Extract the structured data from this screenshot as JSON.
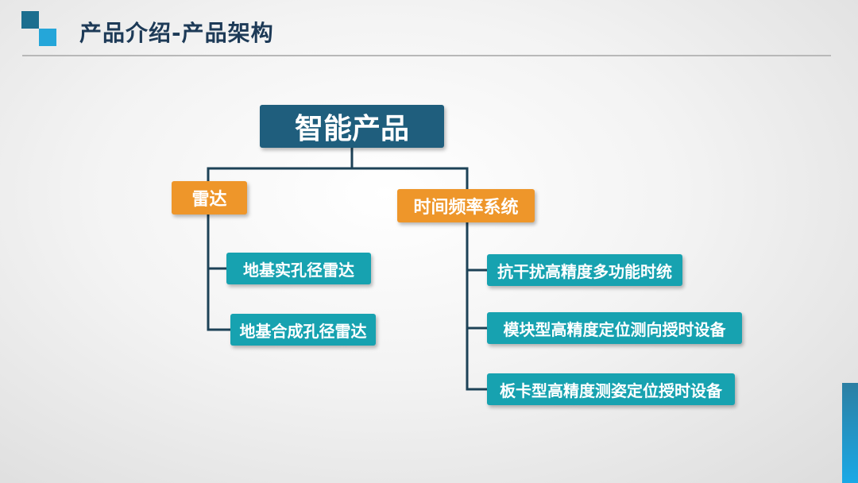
{
  "header": {
    "title": "产品介绍-产品架构"
  },
  "diagram": {
    "root": "智能产品",
    "categories": [
      {
        "label": "雷达",
        "items": [
          "地基实孔径雷达",
          "地基合成孔径雷达"
        ]
      },
      {
        "label": "时间频率系统",
        "items": [
          "抗干扰高精度多功能时统",
          "模块型高精度定位测向授时设备",
          "板卡型高精度测姿定位授时设备"
        ]
      }
    ]
  },
  "colors": {
    "root": "#1f5e7d",
    "category": "#ee962a",
    "leaf": "#17a2b0",
    "connector": "#1d4257",
    "accent_dark": "#1b6e8f",
    "accent_light": "#25a6d9"
  }
}
